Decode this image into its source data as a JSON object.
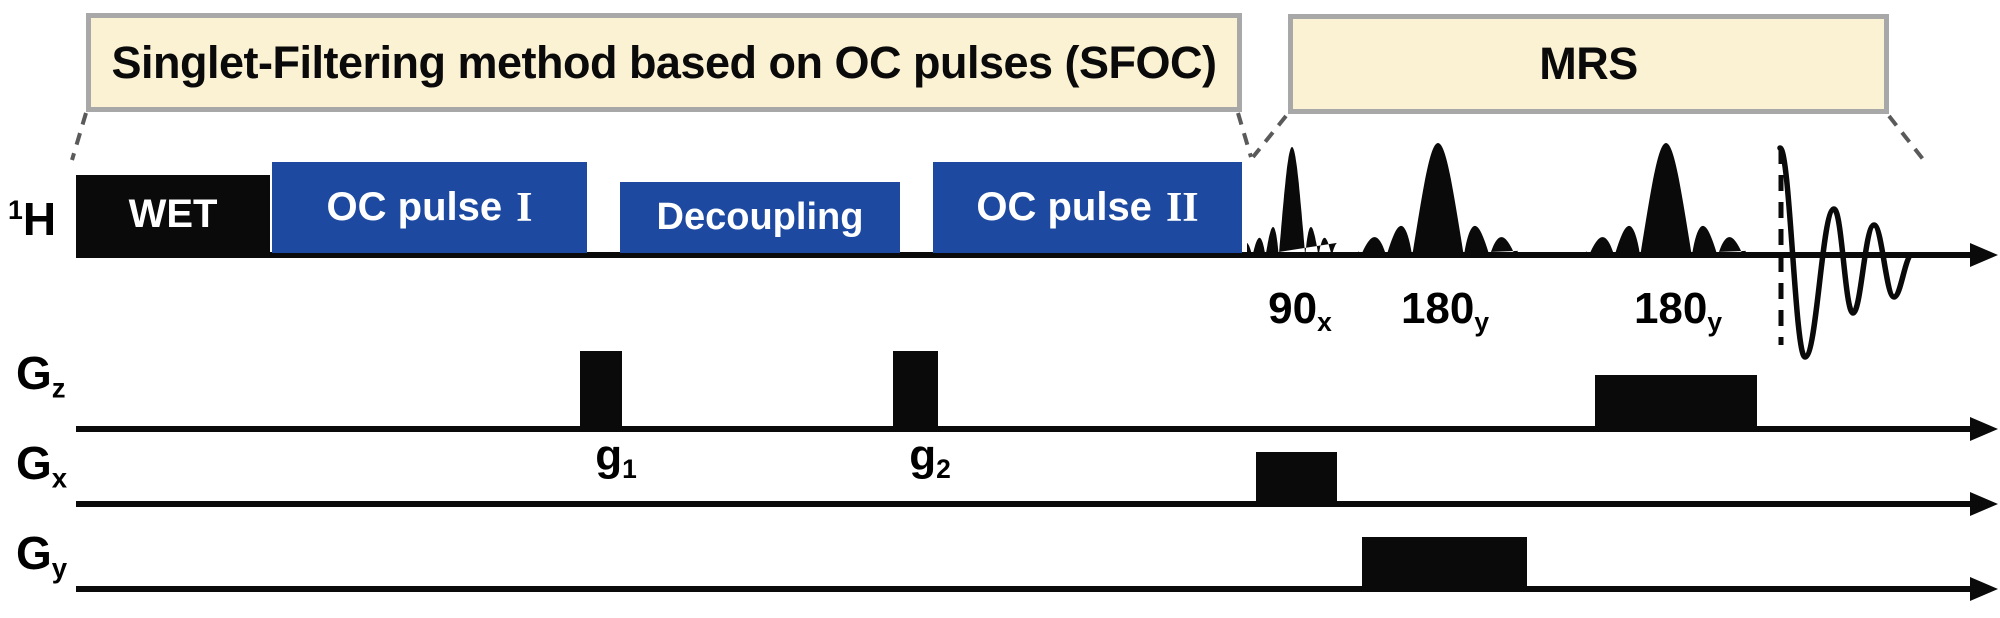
{
  "figure": {
    "headers": {
      "sfoc": "Singlet-Filtering method based on OC pulses (SFOC)",
      "mrs": "MRS"
    },
    "channels": [
      {
        "sup": "1",
        "main": "H",
        "sub": ""
      },
      {
        "sup": "",
        "main": "G",
        "sub": "z"
      },
      {
        "sup": "",
        "main": "G",
        "sub": "x"
      },
      {
        "sup": "",
        "main": "G",
        "sub": "y"
      }
    ],
    "rf_blocks": [
      {
        "label": "WET",
        "numeral": ""
      },
      {
        "label": "OC pulse",
        "numeral": "I"
      },
      {
        "label": "Decoupling",
        "numeral": ""
      },
      {
        "label": "OC pulse",
        "numeral": "II"
      }
    ],
    "rf_pulse_labels": [
      {
        "main": "90",
        "sub": "x"
      },
      {
        "main": "180",
        "sub": "y"
      },
      {
        "main": "180",
        "sub": "y"
      }
    ],
    "gradient_labels": [
      {
        "main": "g",
        "sub": "1"
      },
      {
        "main": "g",
        "sub": "2"
      }
    ],
    "colors": {
      "pulse_block_blue": "#1d4aa0",
      "header_cream": "#fbf2d4",
      "header_border": "#a8a8a8",
      "ink_black": "#0a0a0a"
    }
  }
}
